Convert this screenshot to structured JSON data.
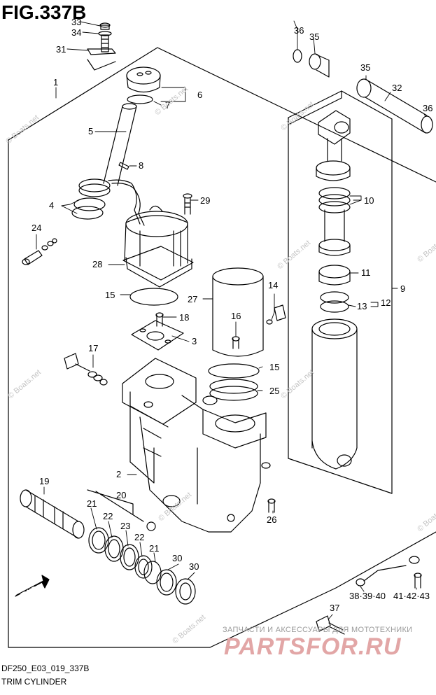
{
  "figure": {
    "title": "FIG.337B",
    "code": "DF250_E03_019_337B",
    "name": "TRIM CYLINDER",
    "direction_label": "FWD"
  },
  "watermark": {
    "text": "© Boats.net",
    "shop_line": "ЗАПЧАСТИ И АКСЕССУАРЫ ДЛЯ МОТОТЕХНИКИ",
    "shop_logo": "PARTSFOR.RU"
  },
  "callouts": {
    "c1": "1",
    "c2": "2",
    "c3": "3",
    "c4": "4",
    "c5": "5",
    "c6": "6",
    "c7": "7",
    "c8": "8",
    "c9": "9",
    "c10": "10",
    "c11": "11",
    "c12": "12",
    "c13": "13",
    "c14": "14",
    "c15a": "15",
    "c15b": "15",
    "c16": "16",
    "c17": "17",
    "c18": "18",
    "c19": "19",
    "c20": "20",
    "c21a": "21",
    "c21b": "21",
    "c22a": "22",
    "c22b": "22",
    "c23": "23",
    "c24": "24",
    "c25": "25",
    "c26": "26",
    "c27": "27",
    "c28": "28",
    "c29": "29",
    "c30a": "30",
    "c30b": "30",
    "c31": "31",
    "c32": "32",
    "c33": "33",
    "c34": "34",
    "c35a": "35",
    "c35b": "35",
    "c36a": "36",
    "c36b": "36",
    "c37": "37",
    "c38": "38·39·40",
    "c41": "41·42·43"
  },
  "colors": {
    "line": "#000000",
    "watermark": "#b4b4b4",
    "logo": "#e2a6a6"
  }
}
